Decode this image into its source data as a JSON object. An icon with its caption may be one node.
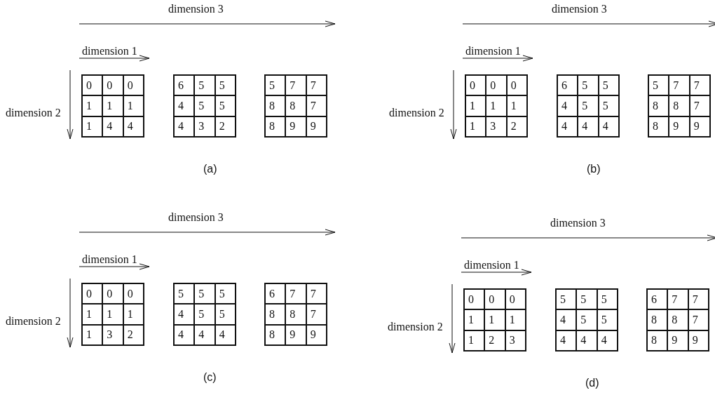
{
  "diagram": {
    "labels": [
      "dimension 3",
      "dimension 1",
      "dimension 2",
      "0",
      "0",
      "0",
      "1",
      "1",
      "1",
      "1",
      "4",
      "4",
      "6",
      "5",
      "5",
      "4",
      "5",
      "5",
      "4",
      "3",
      "2",
      "5",
      "7",
      "7",
      "8",
      "8",
      "7",
      "8",
      "9",
      "9",
      "(a)",
      "dimension 3",
      "dimension 1",
      "dimension 2",
      "0",
      "0",
      "0",
      "1",
      "1",
      "1",
      "1",
      "3",
      "2",
      "6",
      "5",
      "5",
      "4",
      "5",
      "5",
      "4",
      "4",
      "4",
      "5",
      "7",
      "7",
      "8",
      "8",
      "7",
      "8",
      "9",
      "9",
      "(b)",
      "dimension 3",
      "dimension 1",
      "dimension 2",
      "0",
      "0",
      "0",
      "1",
      "1",
      "1",
      "1",
      "3",
      "2",
      "5",
      "5",
      "5",
      "4",
      "5",
      "5",
      "4",
      "4",
      "4",
      "6",
      "7",
      "7",
      "8",
      "8",
      "7",
      "8",
      "9",
      "9",
      "(c)",
      "dimension 3",
      "dimension 1",
      "dimension 2",
      "0",
      "0",
      "0",
      "1",
      "1",
      "1",
      "1",
      "2",
      "3",
      "5",
      "5",
      "5",
      "4",
      "5",
      "5",
      "4",
      "4",
      "4",
      "6",
      "7",
      "7",
      "8",
      "8",
      "7",
      "8",
      "9",
      "9",
      "(d)"
    ]
  }
}
